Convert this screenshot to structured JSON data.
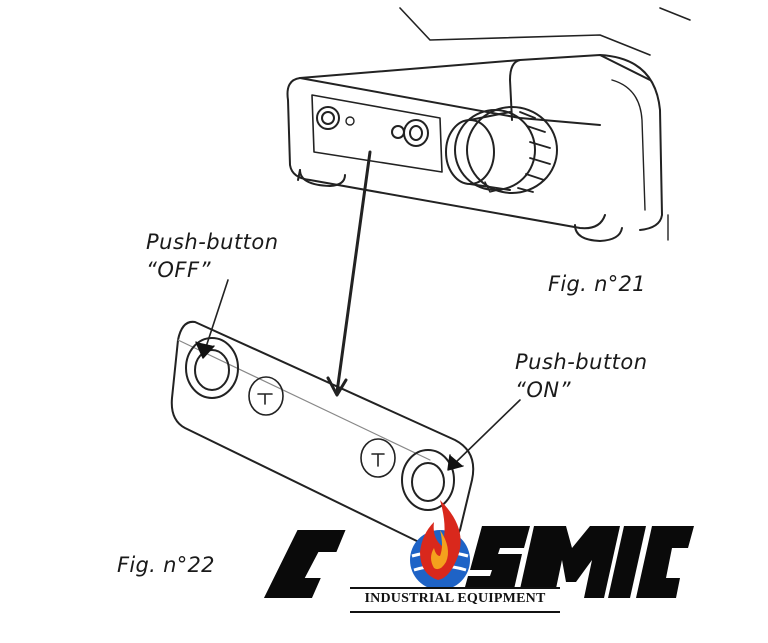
{
  "labels": {
    "off_line1": "Push-button",
    "off_line2": "“OFF”",
    "on_line1": "Push-button",
    "on_line2": "“ON”",
    "fig21": "Fig. n°21",
    "fig22": "Fig. n°22"
  },
  "logo": {
    "word": "COSMIC",
    "tagline": "INDUSTRIAL EQUIPMENT",
    "colors": {
      "letters": "#0a0a0a",
      "flame_outer": "#d9281c",
      "flame_inner": "#f4a11d",
      "globe": "#1e63c6"
    }
  },
  "icons": [
    "off-button-icon",
    "on-button-icon",
    "knob-icon"
  ]
}
